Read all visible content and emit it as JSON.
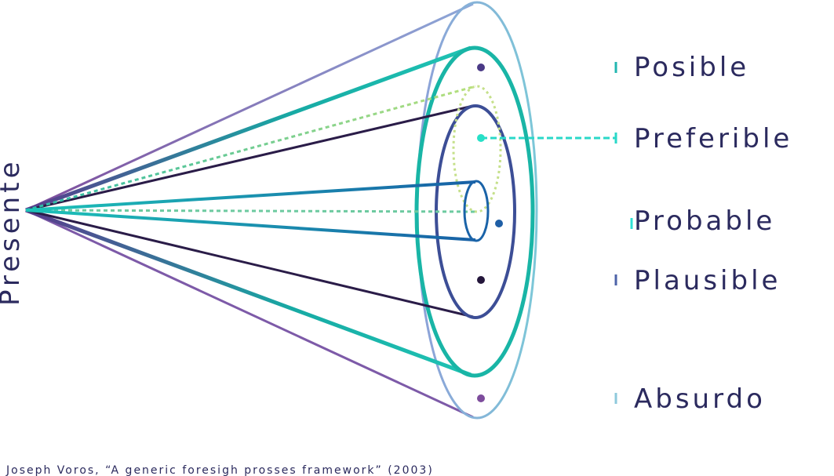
{
  "diagram": {
    "present_label": "Presente",
    "futures": [
      {
        "key": "posible",
        "label": "Posible",
        "dot_color": "#4a3a86",
        "line_color": "#22b6b0"
      },
      {
        "key": "preferible",
        "label": "Preferible",
        "dot_color": "#27e0c7",
        "line_color": "#2ad8c8"
      },
      {
        "key": "probable",
        "label": "Probable",
        "dot_color": "#1f5fa6",
        "line_color": "#2ad1cf"
      },
      {
        "key": "plausible",
        "label": "Plausible",
        "dot_color": "#24163b",
        "line_color": "#44539a"
      },
      {
        "key": "absurdo",
        "label": "Absurdo",
        "dot_color": "#7d4c9c",
        "line_color": "#8ec9dc"
      }
    ],
    "credit": "Joseph Voros, “A generic foresigh prosses framework” (2003)"
  },
  "colors": {
    "text": "#2b2a5e",
    "absurdo_cone": "#7d5aa8",
    "posible_cone": "#19b5a6",
    "preferible_cone": "#8fd98a",
    "plausible_cone": "#2a1c48",
    "probable_cone": "#1863a8"
  }
}
